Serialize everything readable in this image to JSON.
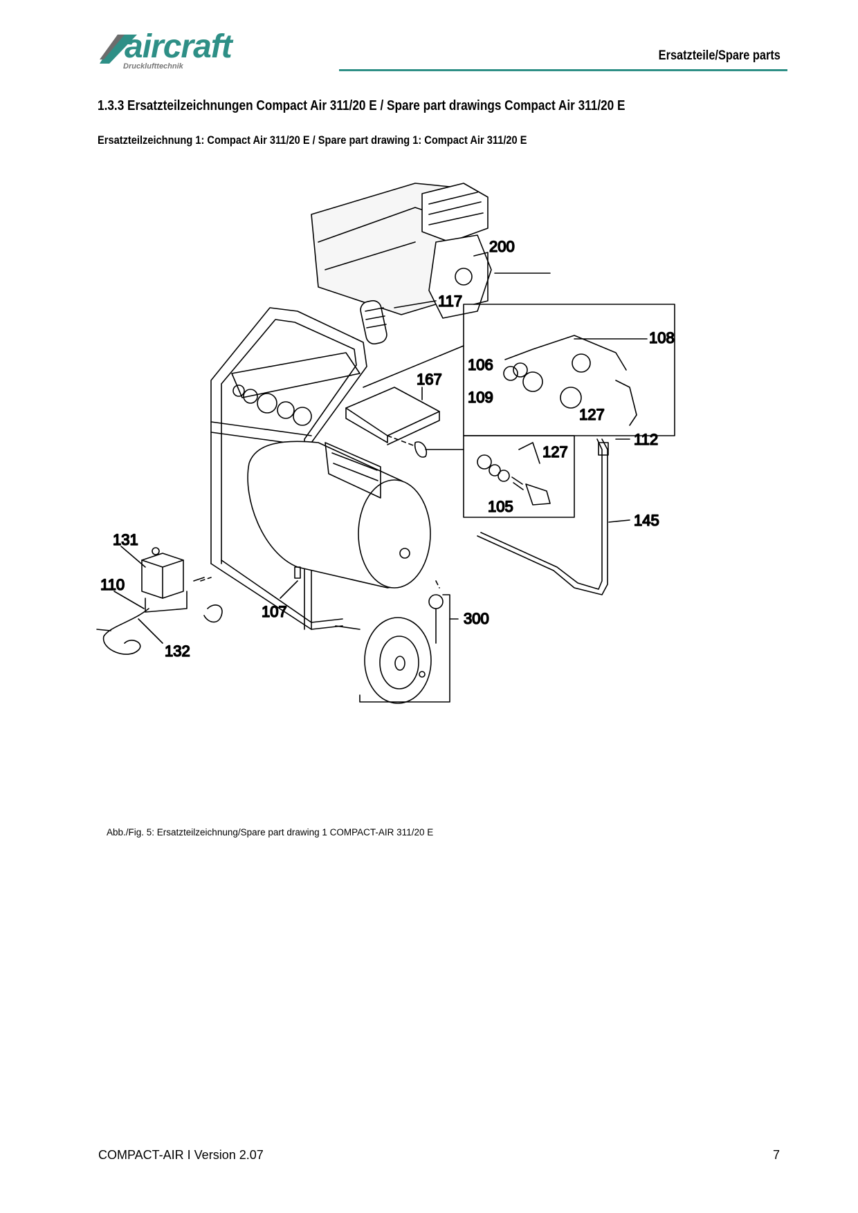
{
  "header": {
    "brand": "aircraft",
    "brand_sub": "Drucklufttechnik",
    "title": "Ersatzteile/Spare parts",
    "accent_color": "#2e8f86"
  },
  "section": {
    "title": "1.3.3   Ersatzteilzeichnungen Compact Air 311/20 E / Spare part drawings Compact Air 311/20 E"
  },
  "drawing": {
    "title": "Ersatzteilzeichnung 1:  Compact Air 311/20 E  / Spare part drawing 1: Compact Air 311/20 E",
    "part_labels": {
      "p200": "200",
      "p117": "117",
      "p108": "108",
      "p106": "106",
      "p167": "167",
      "p109": "109",
      "p127a": "127",
      "p112": "112",
      "p127b": "127",
      "p105": "105",
      "p145": "145",
      "p131": "131",
      "p110": "110",
      "p107": "107",
      "p300": "300",
      "p132": "132"
    }
  },
  "caption": "Abb./Fig.  5: Ersatzteilzeichnung/Spare part drawing 1 COMPACT-AIR 311/20 E",
  "footer": {
    "left": "COMPACT-AIR I Version 2.07",
    "page": "7"
  }
}
